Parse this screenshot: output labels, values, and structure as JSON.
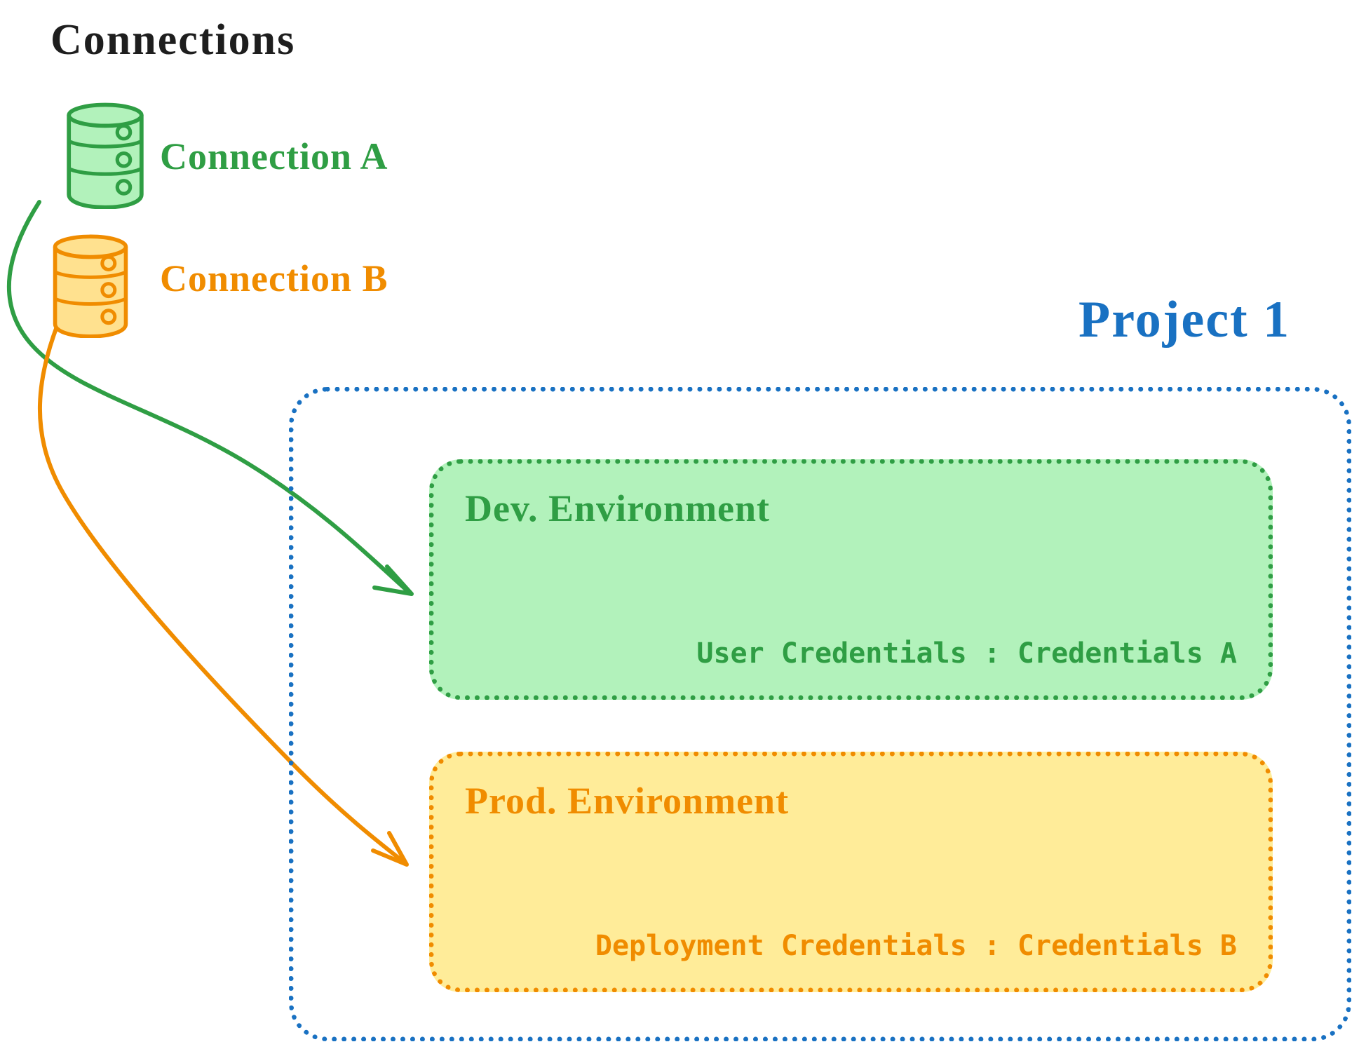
{
  "title": "Connections",
  "connections": [
    {
      "label": "Connection A",
      "icon": "database-icon",
      "color": "#2f9e44",
      "fill": "#b2f2bb"
    },
    {
      "label": "Connection B",
      "icon": "database-icon",
      "color": "#f08c00",
      "fill": "#ffe18f"
    }
  ],
  "project": {
    "title": "Project 1",
    "color": "#1971c2",
    "environments": [
      {
        "name": "Dev. Environment",
        "credentials": "User Credentials : Credentials A",
        "color": "#2f9e44",
        "fill": "#b2f2bb",
        "linked_connection": "Connection A"
      },
      {
        "name": "Prod. Environment",
        "credentials": "Deployment Credentials : Credentials B",
        "color": "#f08c00",
        "fill": "#ffec99",
        "linked_connection": "Connection B"
      }
    ]
  },
  "colors": {
    "title_text": "#1e1e1e",
    "green_stroke": "#2f9e44",
    "green_fill": "#b2f2bb",
    "orange_stroke": "#f08c00",
    "orange_fill_icon": "#ffe18f",
    "orange_fill_box": "#ffec99",
    "blue_stroke": "#1971c2",
    "background": "#ffffff"
  }
}
